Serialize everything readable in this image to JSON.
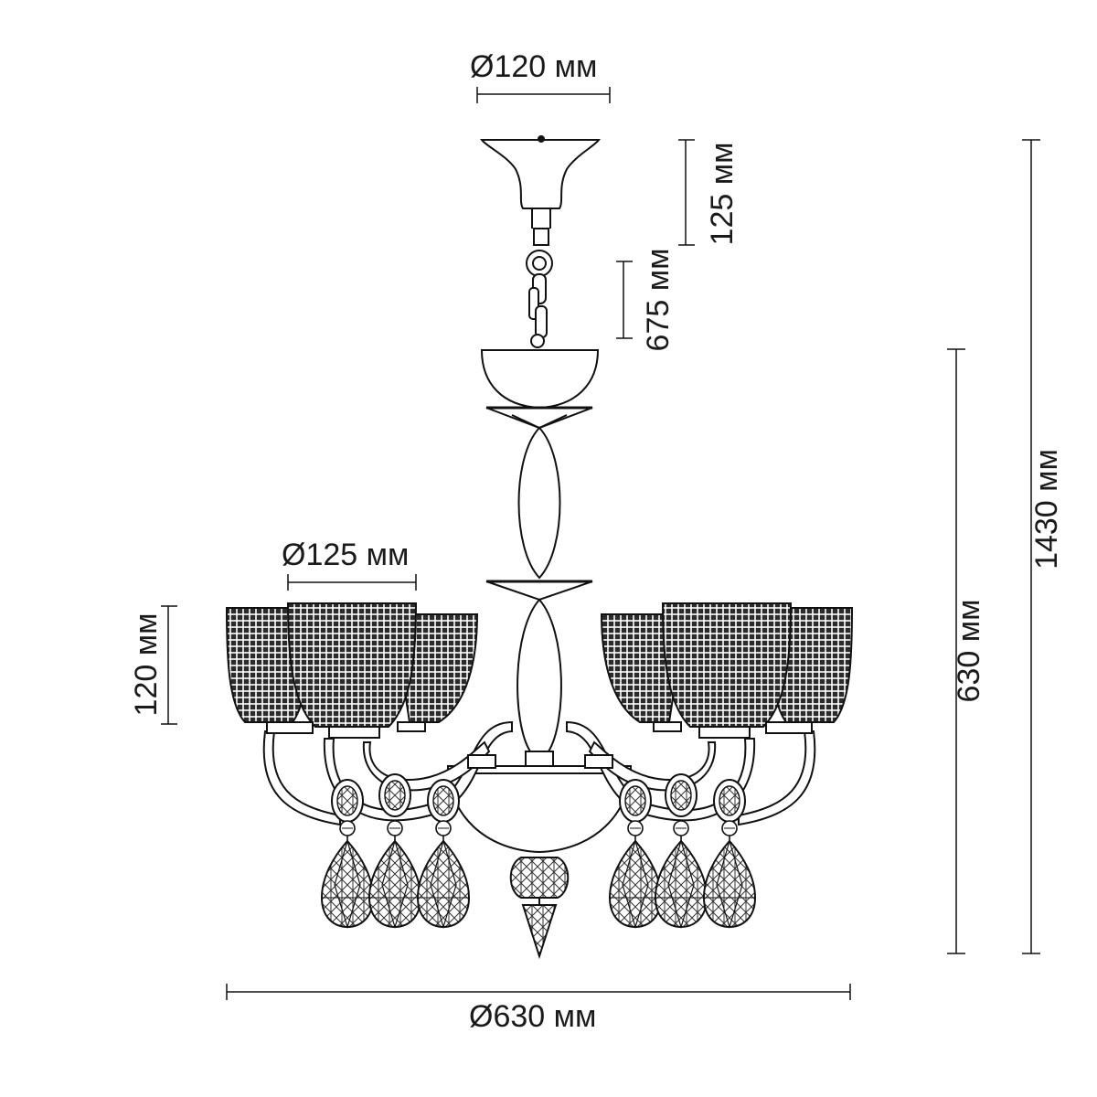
{
  "dimensions": {
    "canopy_diameter": "Ø120 мм",
    "canopy_height": "125 мм",
    "chain_length": "675 мм",
    "body_height": "630 мм",
    "total_height": "1430 мм",
    "shade_diameter": "Ø125 мм",
    "shade_height": "120 мм",
    "overall_diameter": "Ø630 мм"
  }
}
